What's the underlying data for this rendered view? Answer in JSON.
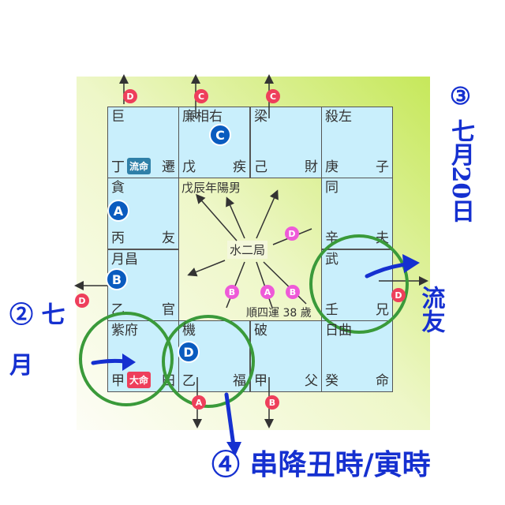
{
  "palaces": [
    {
      "stars": "巨",
      "stem": "丁",
      "palace": "遷",
      "tag": "流命"
    },
    {
      "stars": "廉相右",
      "stem": "戊",
      "palace": "疾"
    },
    {
      "stars": "梁",
      "stem": "己",
      "palace": "財"
    },
    {
      "stars": "殺左",
      "stem": "庚",
      "palace": "子"
    },
    {
      "stars": "貪",
      "stem": "丙",
      "palace": "友"
    },
    {
      "stars": "同",
      "stem": "辛",
      "palace": "夫"
    },
    {
      "stars": "月昌",
      "stem": "乙",
      "palace": "官"
    },
    {
      "stars": "武",
      "stem": "壬",
      "palace": "兄"
    },
    {
      "stars": "紫府",
      "stem": "甲",
      "palace": "田",
      "tag": "大命"
    },
    {
      "stars": "機",
      "stem": "乙",
      "palace": "福"
    },
    {
      "stars": "破",
      "stem": "甲",
      "palace": "父"
    },
    {
      "stars": "日曲",
      "stem": "癸",
      "palace": "命"
    }
  ],
  "center": {
    "year": "戊辰年陽男",
    "bureau": "水二局",
    "luck": "順四運 38 歲"
  },
  "badges": {
    "outer": [
      "D",
      "C",
      "C",
      "D",
      "D",
      "A",
      "B"
    ],
    "inner": [
      "D",
      "B",
      "A",
      "B"
    ],
    "natal": [
      "C",
      "A",
      "B",
      "D"
    ]
  },
  "annotations": {
    "note3": "③ 七月20日",
    "note2": "② 七月",
    "note_friend": "流友",
    "note4": "④ 串降丑時/寅時"
  },
  "colors": {
    "cell": "#c9effc",
    "red_badge": "#ee3f5b",
    "pink_badge": "#ee5ad8",
    "blue_badge": "#0a5bbf",
    "ink": "#1530d0",
    "circle": "#3a9a3a"
  }
}
